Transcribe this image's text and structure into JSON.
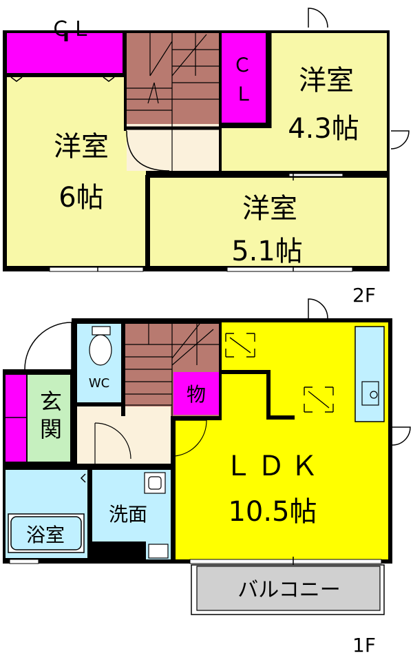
{
  "colors": {
    "wall": "#000000",
    "western_room": "#f8f8a8",
    "closet": "#ff00ff",
    "stair": "#b87a70",
    "hall": "#fbf1dc",
    "ldk": "#ffff00",
    "entrance": "#c6f0bf",
    "bath": "#c0f0ff",
    "balcony": "#d0d0d0"
  },
  "floor2": {
    "floor_label": "2F",
    "closet_left": "ＣＬ",
    "closet_right_line1": "Ｃ",
    "closet_right_line2": "Ｌ",
    "room_left": {
      "name": "洋室",
      "size": "6帖"
    },
    "room_right": {
      "name": "洋室",
      "size": "4.3帖"
    },
    "room_bottom": {
      "name": "洋室",
      "size": "5.1帖"
    }
  },
  "floor1": {
    "floor_label": "1F",
    "wc": "WC",
    "storage": "物",
    "entrance_line1": "玄",
    "entrance_line2": "関",
    "bath": "浴室",
    "washroom": "洗面",
    "ldk_name": "ＬＤＫ",
    "ldk_size": "10.5帖",
    "balcony": "バルコニー"
  }
}
